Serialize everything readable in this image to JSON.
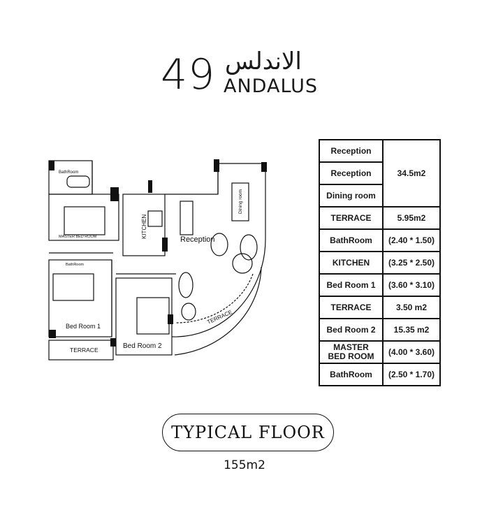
{
  "logo": {
    "number": "49",
    "arabic": "الاندلس",
    "latin": "ANDALUS"
  },
  "plan_labels": {
    "bathroom_top": "BathRoom",
    "master_bed_room": "MASTER BED ROOM",
    "bathroom_mid": "BathRoom",
    "bed_room_1": "Bed Room 1",
    "terrace_left": "TERRACE",
    "kitchen": "KITCHEN",
    "reception": "Reception",
    "dining_room": "Dining room",
    "bed_room_2": "Bed Room 2",
    "terrace_curved": "TERRACE"
  },
  "area_table": {
    "reception_size": "34.5m2",
    "rows": [
      {
        "room": "TERRACE",
        "size": "5.95m2"
      },
      {
        "room": "BathRoom",
        "size": "(2.40 * 1.50)"
      },
      {
        "room": "KITCHEN",
        "size": "(3.25 * 2.50)"
      },
      {
        "room": "Bed Room 1",
        "size": "(3.60 * 3.10)"
      },
      {
        "room": "TERRACE",
        "size": "3.50 m2"
      },
      {
        "room": "Bed Room 2",
        "size": "15.35 m2"
      },
      {
        "room": "MASTER\nBED ROOM",
        "size": "(4.00 * 3.60)"
      },
      {
        "room": "BathRoom",
        "size": "(2.50 * 1.70)"
      }
    ],
    "reception_group": [
      "Reception",
      "Reception",
      "Dining room"
    ]
  },
  "footer": {
    "floor_label": "TYPICAL FLOOR",
    "total_area": "155m2"
  }
}
